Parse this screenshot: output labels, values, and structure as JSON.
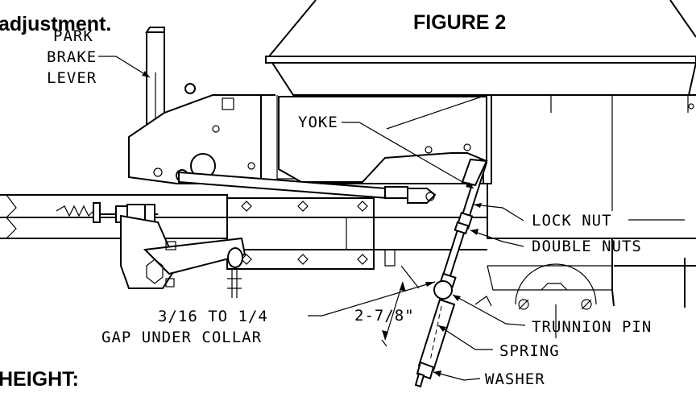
{
  "header": {
    "top_text": "adjustment.",
    "figure_title": "FIGURE 2",
    "bottom_text": "HEIGHT:"
  },
  "labels": {
    "park_brake_1": "PARK",
    "park_brake_2": "BRAKE",
    "park_brake_3": "LEVER",
    "yoke": "YOKE",
    "lock_nut": "LOCK NUT",
    "double_nuts": "DOUBLE NUTS",
    "gap_1": "3/16 TO 1/4",
    "gap_2": "GAP UNDER COLLAR",
    "dimension": "2-7/8\"",
    "trunnion_pin": "TRUNNION PIN",
    "spring": "SPRING",
    "washer": "WASHER"
  }
}
